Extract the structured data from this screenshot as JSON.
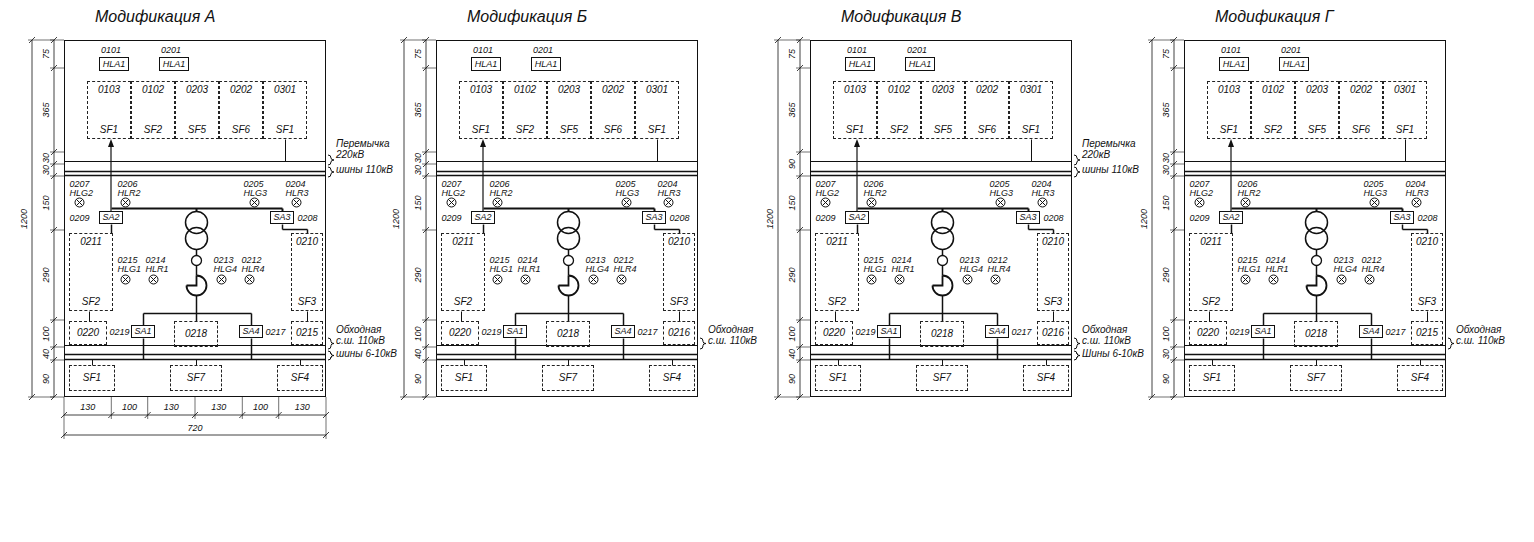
{
  "diagram": {
    "nodes": [
      {
        "text": [
          "Модификация А"
        ]
      },
      {
        "text": [
          "0101",
          "HLA1"
        ],
        "in": 0
      },
      {
        "text": [
          "0201",
          "HLA1"
        ],
        "in": 0
      },
      {
        "text": [
          "0103",
          "SF1"
        ],
        "in": 0
      },
      {
        "text": [
          "0102",
          "SF2"
        ],
        "in": 0
      },
      {
        "text": [
          "0203",
          "SF5"
        ],
        "in": 0
      },
      {
        "text": [
          "0202",
          "SF6"
        ],
        "in": 0
      },
      {
        "text": [
          "0301",
          "SF1"
        ],
        "in": 0
      },
      {
        "text": [
          "SA2"
        ],
        "in": 0
      },
      {
        "text": [
          "SA3"
        ],
        "in": 0
      },
      {
        "text": [
          "0211",
          "SF2"
        ],
        "in": 0
      },
      {
        "text": [
          "0210",
          "SF3"
        ],
        "in": 0
      },
      {
        "text": [
          "0220"
        ],
        "in": 0
      },
      {
        "text": [
          "SA1"
        ],
        "in": 0
      },
      {
        "text": [
          "0218"
        ],
        "in": 0
      },
      {
        "text": [
          "SA4"
        ],
        "in": 0
      },
      {
        "text": [
          "0215"
        ],
        "in": 0
      },
      {
        "text": [
          "SF1"
        ],
        "in": 0
      },
      {
        "text": [
          "SF7"
        ],
        "in": 0
      },
      {
        "text": [
          "SF4"
        ],
        "in": 0
      },
      {
        "text": [
          "Модификация Б"
        ]
      },
      {
        "text": [
          "0101",
          "HLA1"
        ],
        "in": 20
      },
      {
        "text": [
          "0201",
          "HLA1"
        ],
        "in": 20
      },
      {
        "text": [
          "0103",
          "SF1"
        ],
        "in": 20
      },
      {
        "text": [
          "0102",
          "SF2"
        ],
        "in": 20
      },
      {
        "text": [
          "0203",
          "SF5"
        ],
        "in": 20
      },
      {
        "text": [
          "0202",
          "SF6"
        ],
        "in": 20
      },
      {
        "text": [
          "0301",
          "SF1"
        ],
        "in": 20
      },
      {
        "text": [
          "SA2"
        ],
        "in": 20
      },
      {
        "text": [
          "SA3"
        ],
        "in": 20
      },
      {
        "text": [
          "0211",
          "SF2"
        ],
        "in": 20
      },
      {
        "text": [
          "0210",
          "SF3"
        ],
        "in": 20
      },
      {
        "text": [
          "0220"
        ],
        "in": 20
      },
      {
        "text": [
          "SA1"
        ],
        "in": 20
      },
      {
        "text": [
          "0218"
        ],
        "in": 20
      },
      {
        "text": [
          "SA4"
        ],
        "in": 20
      },
      {
        "text": [
          "0216"
        ],
        "in": 20
      },
      {
        "text": [
          "SF1"
        ],
        "in": 20
      },
      {
        "text": [
          "SF7"
        ],
        "in": 20
      },
      {
        "text": [
          "SF4"
        ],
        "in": 20
      },
      {
        "text": [
          "Модификация В"
        ]
      },
      {
        "text": [
          "0101",
          "HLA1"
        ],
        "in": 40
      },
      {
        "text": [
          "0201",
          "HLA1"
        ],
        "in": 40
      },
      {
        "text": [
          "0103",
          "SF1"
        ],
        "in": 40
      },
      {
        "text": [
          "0102",
          "SF2"
        ],
        "in": 40
      },
      {
        "text": [
          "0203",
          "SF5"
        ],
        "in": 40
      },
      {
        "text": [
          "0202",
          "SF6"
        ],
        "in": 40
      },
      {
        "text": [
          "0301",
          "SF1"
        ],
        "in": 40
      },
      {
        "text": [
          "SA2"
        ],
        "in": 40
      },
      {
        "text": [
          "SA3"
        ],
        "in": 40
      },
      {
        "text": [
          "0211",
          "SF2"
        ],
        "in": 40
      },
      {
        "text": [
          "0210",
          "SF3"
        ],
        "in": 40
      },
      {
        "text": [
          "0220"
        ],
        "in": 40
      },
      {
        "text": [
          "SA1"
        ],
        "in": 40
      },
      {
        "text": [
          "0218"
        ],
        "in": 40
      },
      {
        "text": [
          "SA4"
        ],
        "in": 40
      },
      {
        "text": [
          "0216"
        ],
        "in": 40
      },
      {
        "text": [
          "SF1"
        ],
        "in": 40
      },
      {
        "text": [
          "SF7"
        ],
        "in": 40
      },
      {
        "text": [
          "SF4"
        ],
        "in": 40
      },
      {
        "text": [
          "Модификация Г"
        ]
      },
      {
        "text": [
          "0101",
          "HLA1"
        ],
        "in": 60
      },
      {
        "text": [
          "0201",
          "HLA1"
        ],
        "in": 60
      },
      {
        "text": [
          "0103",
          "SF1"
        ],
        "in": 60
      },
      {
        "text": [
          "0102",
          "SF2"
        ],
        "in": 60
      },
      {
        "text": [
          "0203",
          "SF5"
        ],
        "in": 60
      },
      {
        "text": [
          "0202",
          "SF6"
        ],
        "in": 60
      },
      {
        "text": [
          "0301",
          "SF1"
        ],
        "in": 60
      },
      {
        "text": [
          "SA2"
        ],
        "in": 60
      },
      {
        "text": [
          "SA3"
        ],
        "in": 60
      },
      {
        "text": [
          "0211",
          "SF2"
        ],
        "in": 60
      },
      {
        "text": [
          "0210",
          "SF3"
        ],
        "in": 60
      },
      {
        "text": [
          "0220"
        ],
        "in": 60
      },
      {
        "text": [
          "SA1"
        ],
        "in": 60
      },
      {
        "text": [
          "0218"
        ],
        "in": 60
      },
      {
        "text": [
          "SA4"
        ],
        "in": 60
      },
      {
        "text": [
          "0215"
        ],
        "in": 60
      },
      {
        "text": [
          "SF1"
        ],
        "in": 60
      },
      {
        "text": [
          "SF7"
        ],
        "in": 60
      },
      {
        "text": [
          "SF4"
        ],
        "in": 60
      }
    ],
    "edges": [
      {
        "from": 8,
        "to": 3,
        "arrow": "to"
      },
      {
        "from": 28,
        "to": 23,
        "arrow": "to"
      },
      {
        "from": 48,
        "to": 43,
        "arrow": "to"
      },
      {
        "from": 68,
        "to": 63,
        "arrow": "to"
      }
    ],
    "labels": [
      "0207",
      "HLG2",
      "0206",
      "HLR2",
      "0205",
      "HLG3",
      "0204",
      "HLR3",
      "0209",
      "0208",
      "0215",
      "HLG1",
      "0214",
      "HLR1",
      "0213",
      "HLG4",
      "0212",
      "HLR4",
      "0219",
      "0217",
      "Перемычка 220кВ",
      "шины 110кВ",
      "Обходная с.ш. 110кВ",
      "шины 6-10кВ",
      "75",
      "365",
      "30",
      "30",
      "150",
      "290",
      "100",
      "40",
      "90",
      "1200",
      "130",
      "100",
      "130",
      "130",
      "100",
      "130",
      "720",
      "0207",
      "HLG2",
      "0206",
      "HLR2",
      "0205",
      "HLG3",
      "0204",
      "HLR3",
      "0209",
      "0208",
      "0215",
      "HLG1",
      "0214",
      "HLR1",
      "0213",
      "HLG4",
      "0212",
      "HLR4",
      "0219",
      "0217",
      "Обходная с.ш. 110кВ",
      "75",
      "365",
      "30",
      "30",
      "150",
      "290",
      "100",
      "40",
      "90",
      "1200",
      "0207",
      "HLG2",
      "0206",
      "HLR2",
      "0205",
      "HLG3",
      "0204",
      "HLR3",
      "0209",
      "0208",
      "0215",
      "HLG1",
      "0214",
      "HLR1",
      "0213",
      "HLG4",
      "0212",
      "HLR4",
      "0219",
      "0217",
      "Перемычка 220кВ",
      "шины 110кВ",
      "Обходная с.ш. 110кВ",
      "Шины 6-10кВ",
      "75",
      "365",
      "90",
      "150",
      "290",
      "100",
      "40",
      "90",
      "1200",
      "0207",
      "HLG2",
      "0206",
      "HLR2",
      "0205",
      "HLG3",
      "0204",
      "HLR3",
      "0209",
      "0208",
      "0215",
      "HLG1",
      "0214",
      "HLR1",
      "0213",
      "HLG4",
      "0212",
      "HLR4",
      "0219",
      "0217",
      "Обходная с.ш. 110кВ",
      "75",
      "365",
      "30",
      "30",
      "150",
      "290",
      "100",
      "30",
      "90",
      "1200"
    ]
  }
}
